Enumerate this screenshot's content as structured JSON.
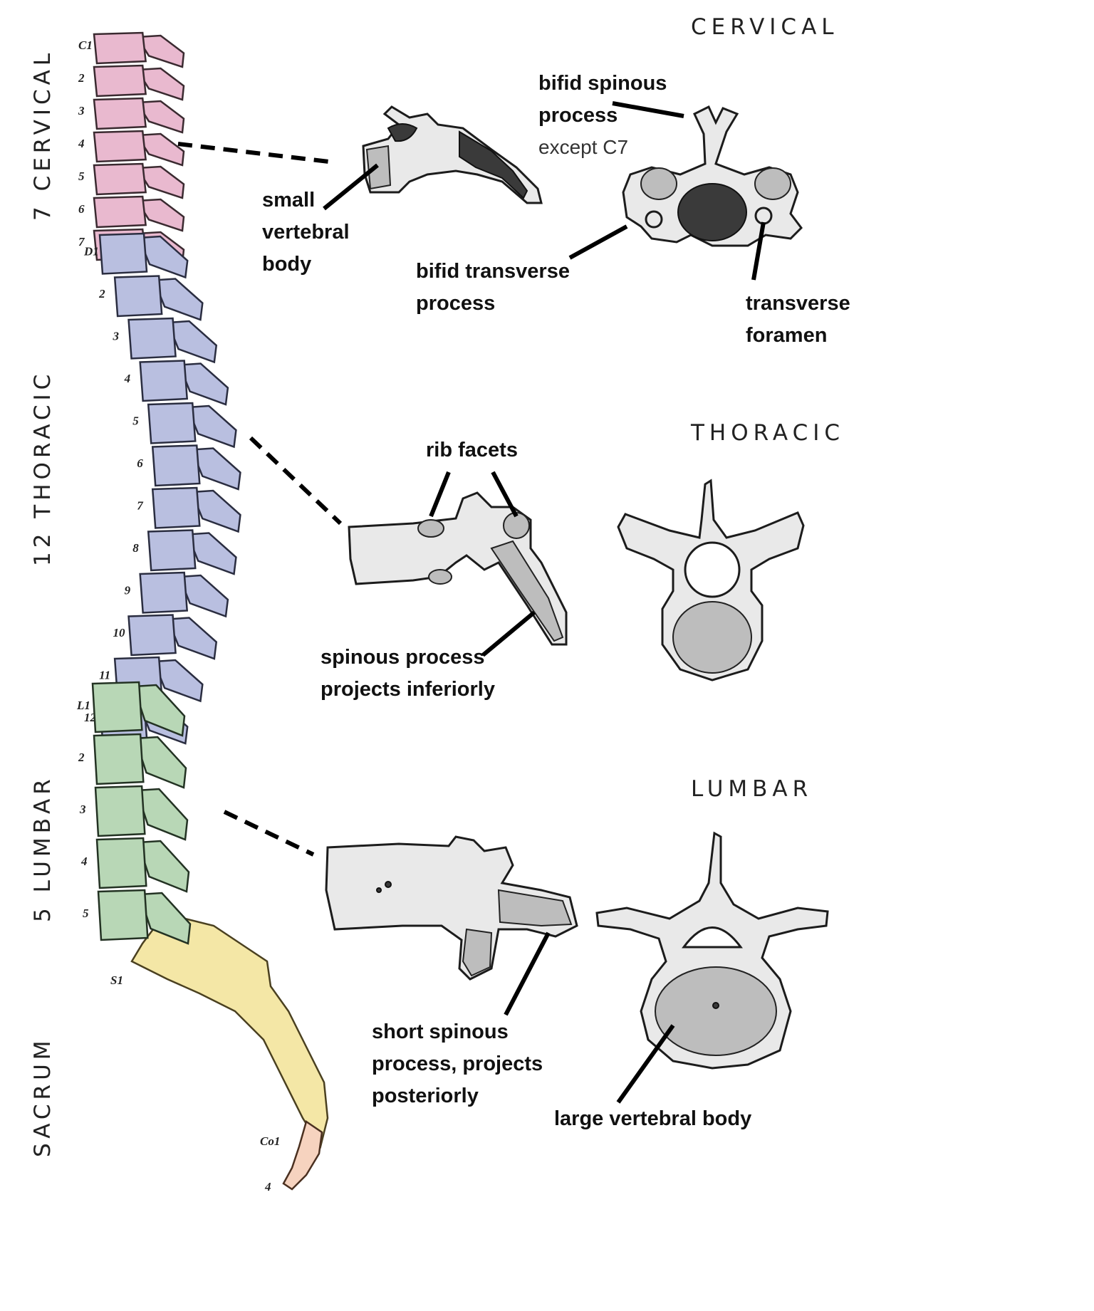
{
  "regions": {
    "cervical": "7 CERVICAL",
    "thoracic": "12 THORACIC",
    "lumbar": "5 LUMBAR",
    "sacrum": "SACRUM"
  },
  "spine_numbers": {
    "cervical": [
      "C1",
      "2",
      "3",
      "4",
      "5",
      "6",
      "7"
    ],
    "thoracic": [
      "D1",
      "2",
      "3",
      "4",
      "5",
      "6",
      "7",
      "8",
      "9",
      "10",
      "11",
      "12"
    ],
    "lumbar": [
      "L1",
      "2",
      "3",
      "4",
      "5"
    ],
    "sacral": [
      "S1"
    ],
    "coccygeal": [
      "Co1",
      "4"
    ]
  },
  "sections": {
    "cervical": {
      "title": "CERVICAL",
      "annotations": {
        "bifid_spinous_1": "bifid spinous",
        "bifid_spinous_2": "process",
        "except": "except C7",
        "small_body_1": "small",
        "small_body_2": "vertebral",
        "small_body_3": "body",
        "bifid_transverse_1": "bifid transverse",
        "bifid_transverse_2": "process",
        "transverse_foramen_1": "transverse",
        "transverse_foramen_2": "foramen"
      }
    },
    "thoracic": {
      "title": "THORACIC",
      "annotations": {
        "rib_facets": "rib facets",
        "spinous_1": "spinous process",
        "spinous_2": "projects inferiorly"
      }
    },
    "lumbar": {
      "title": "LUMBAR",
      "annotations": {
        "short_spinous_1": "short spinous",
        "short_spinous_2": "process, projects",
        "short_spinous_3": "posteriorly",
        "large_body": "large vertebral body"
      }
    }
  },
  "colors": {
    "cervical": "#e9b9cf",
    "thoracic": "#b9bfe0",
    "lumbar": "#b8d7b6",
    "sacrum": "#f4e7a6",
    "coccyx": "#f6d3bf"
  }
}
